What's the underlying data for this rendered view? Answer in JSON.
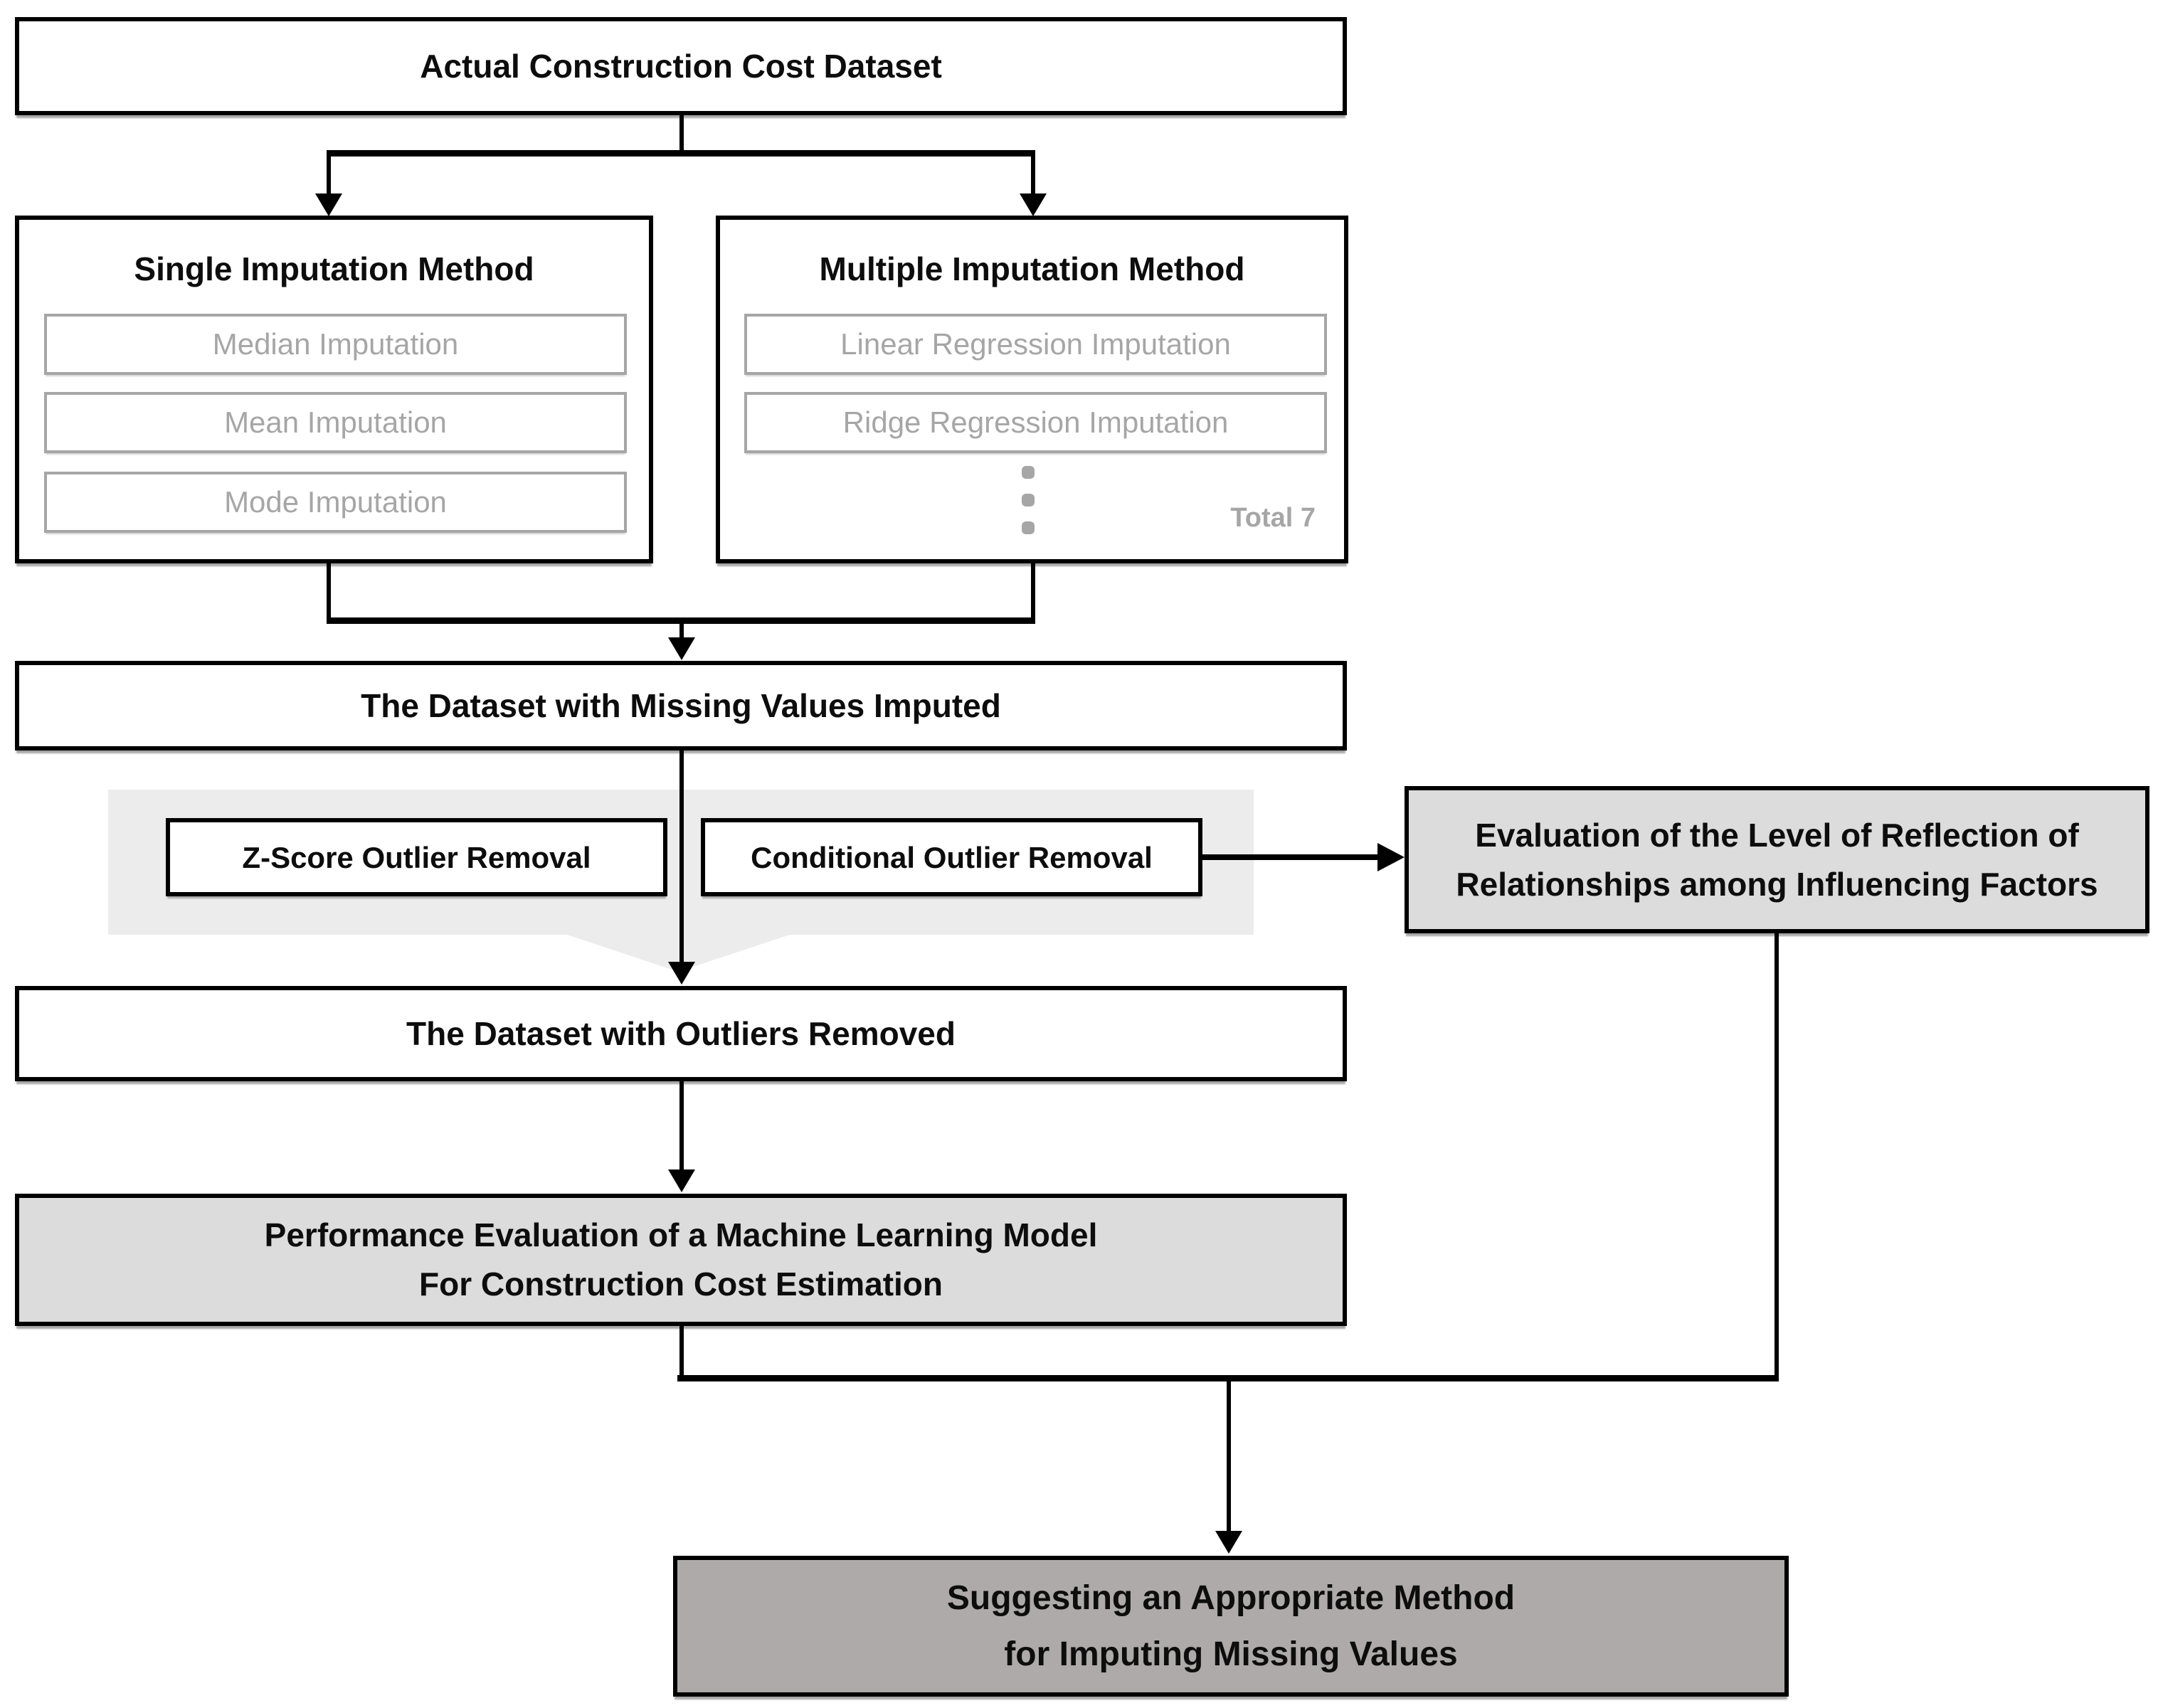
{
  "colors": {
    "line": "#000000",
    "muted_gray": "#a6a6a6",
    "band_gray": "#ececec",
    "box_light_gray": "#dcdcdc",
    "box_dark_gray": "#aeaaaa"
  },
  "nodes": {
    "dataset": {
      "label": "Actual Construction Cost Dataset"
    },
    "single_imputation": {
      "title": "Single Imputation Method",
      "items": [
        "Median Imputation",
        "Mean Imputation",
        "Mode Imputation"
      ]
    },
    "multiple_imputation": {
      "title": "Multiple Imputation Method",
      "items": [
        "Linear Regression Imputation",
        "Ridge Regression Imputation"
      ],
      "total_label": "Total 7"
    },
    "imputed_dataset": {
      "label": "The Dataset with Missing Values Imputed"
    },
    "zscore": {
      "label": "Z-Score Outlier Removal"
    },
    "conditional": {
      "label": "Conditional Outlier Removal"
    },
    "evaluation": {
      "line1": "Evaluation of the Level of Reflection of",
      "line2": "Relationships among Influencing Factors"
    },
    "outliers_dataset": {
      "label": "The Dataset with Outliers Removed"
    },
    "performance": {
      "line1": "Performance Evaluation of a Machine Learning Model",
      "line2": "For Construction Cost Estimation"
    },
    "suggestion": {
      "line1": "Suggesting an Appropriate Method",
      "line2": "for Imputing Missing Values"
    }
  }
}
